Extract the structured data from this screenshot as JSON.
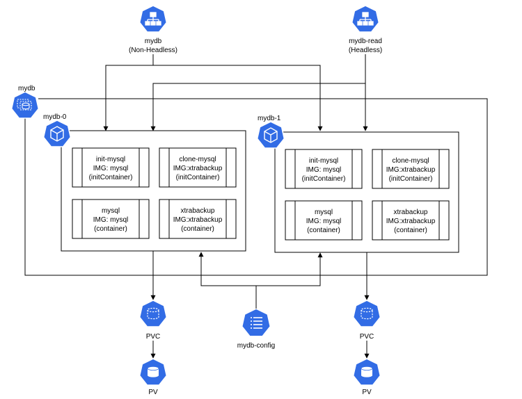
{
  "services": {
    "mydb": {
      "name": "mydb",
      "kind": "(Non-Headless)"
    },
    "read": {
      "name": "mydb-read",
      "kind": "(Headless)"
    }
  },
  "statefulset": {
    "name": "mydb"
  },
  "pods": [
    {
      "name": "mydb-0",
      "containers": {
        "init_mysql": [
          "init-mysql",
          "IMG: mysql",
          "(initContainer)"
        ],
        "clone_mysql": [
          "clone-mysql",
          "IMG:xtrabackup",
          "(initContainer)"
        ],
        "mysql": [
          "mysql",
          "IMG: mysql",
          "(container)"
        ],
        "xtrabackup": [
          "xtrabackup",
          "IMG:xtrabackup",
          "(container)"
        ]
      }
    },
    {
      "name": "mydb-1",
      "containers": {
        "init_mysql": [
          "init-mysql",
          "IMG: mysql",
          "(initContainer)"
        ],
        "clone_mysql": [
          "clone-mysql",
          "IMG:xtrabackup",
          "(initContainer)"
        ],
        "mysql": [
          "mysql",
          "IMG: mysql",
          "(container)"
        ],
        "xtrabackup": [
          "xtrabackup",
          "IMG:xtrabackup",
          "(container)"
        ]
      }
    }
  ],
  "configmap": {
    "name": "mydb-config"
  },
  "storage": [
    {
      "pvc": "PVC",
      "pv": "PV"
    },
    {
      "pvc": "PVC",
      "pv": "PV"
    }
  ],
  "colors": {
    "k8s_blue": "#326CE5",
    "stroke": "#000000",
    "icon_fill": "#ffffff"
  },
  "icons": {
    "service": "service-icon",
    "statefulset": "statefulset-icon",
    "pod": "pod-icon",
    "pvc": "pvc-icon",
    "pv": "pv-icon",
    "configmap": "configmap-icon"
  }
}
